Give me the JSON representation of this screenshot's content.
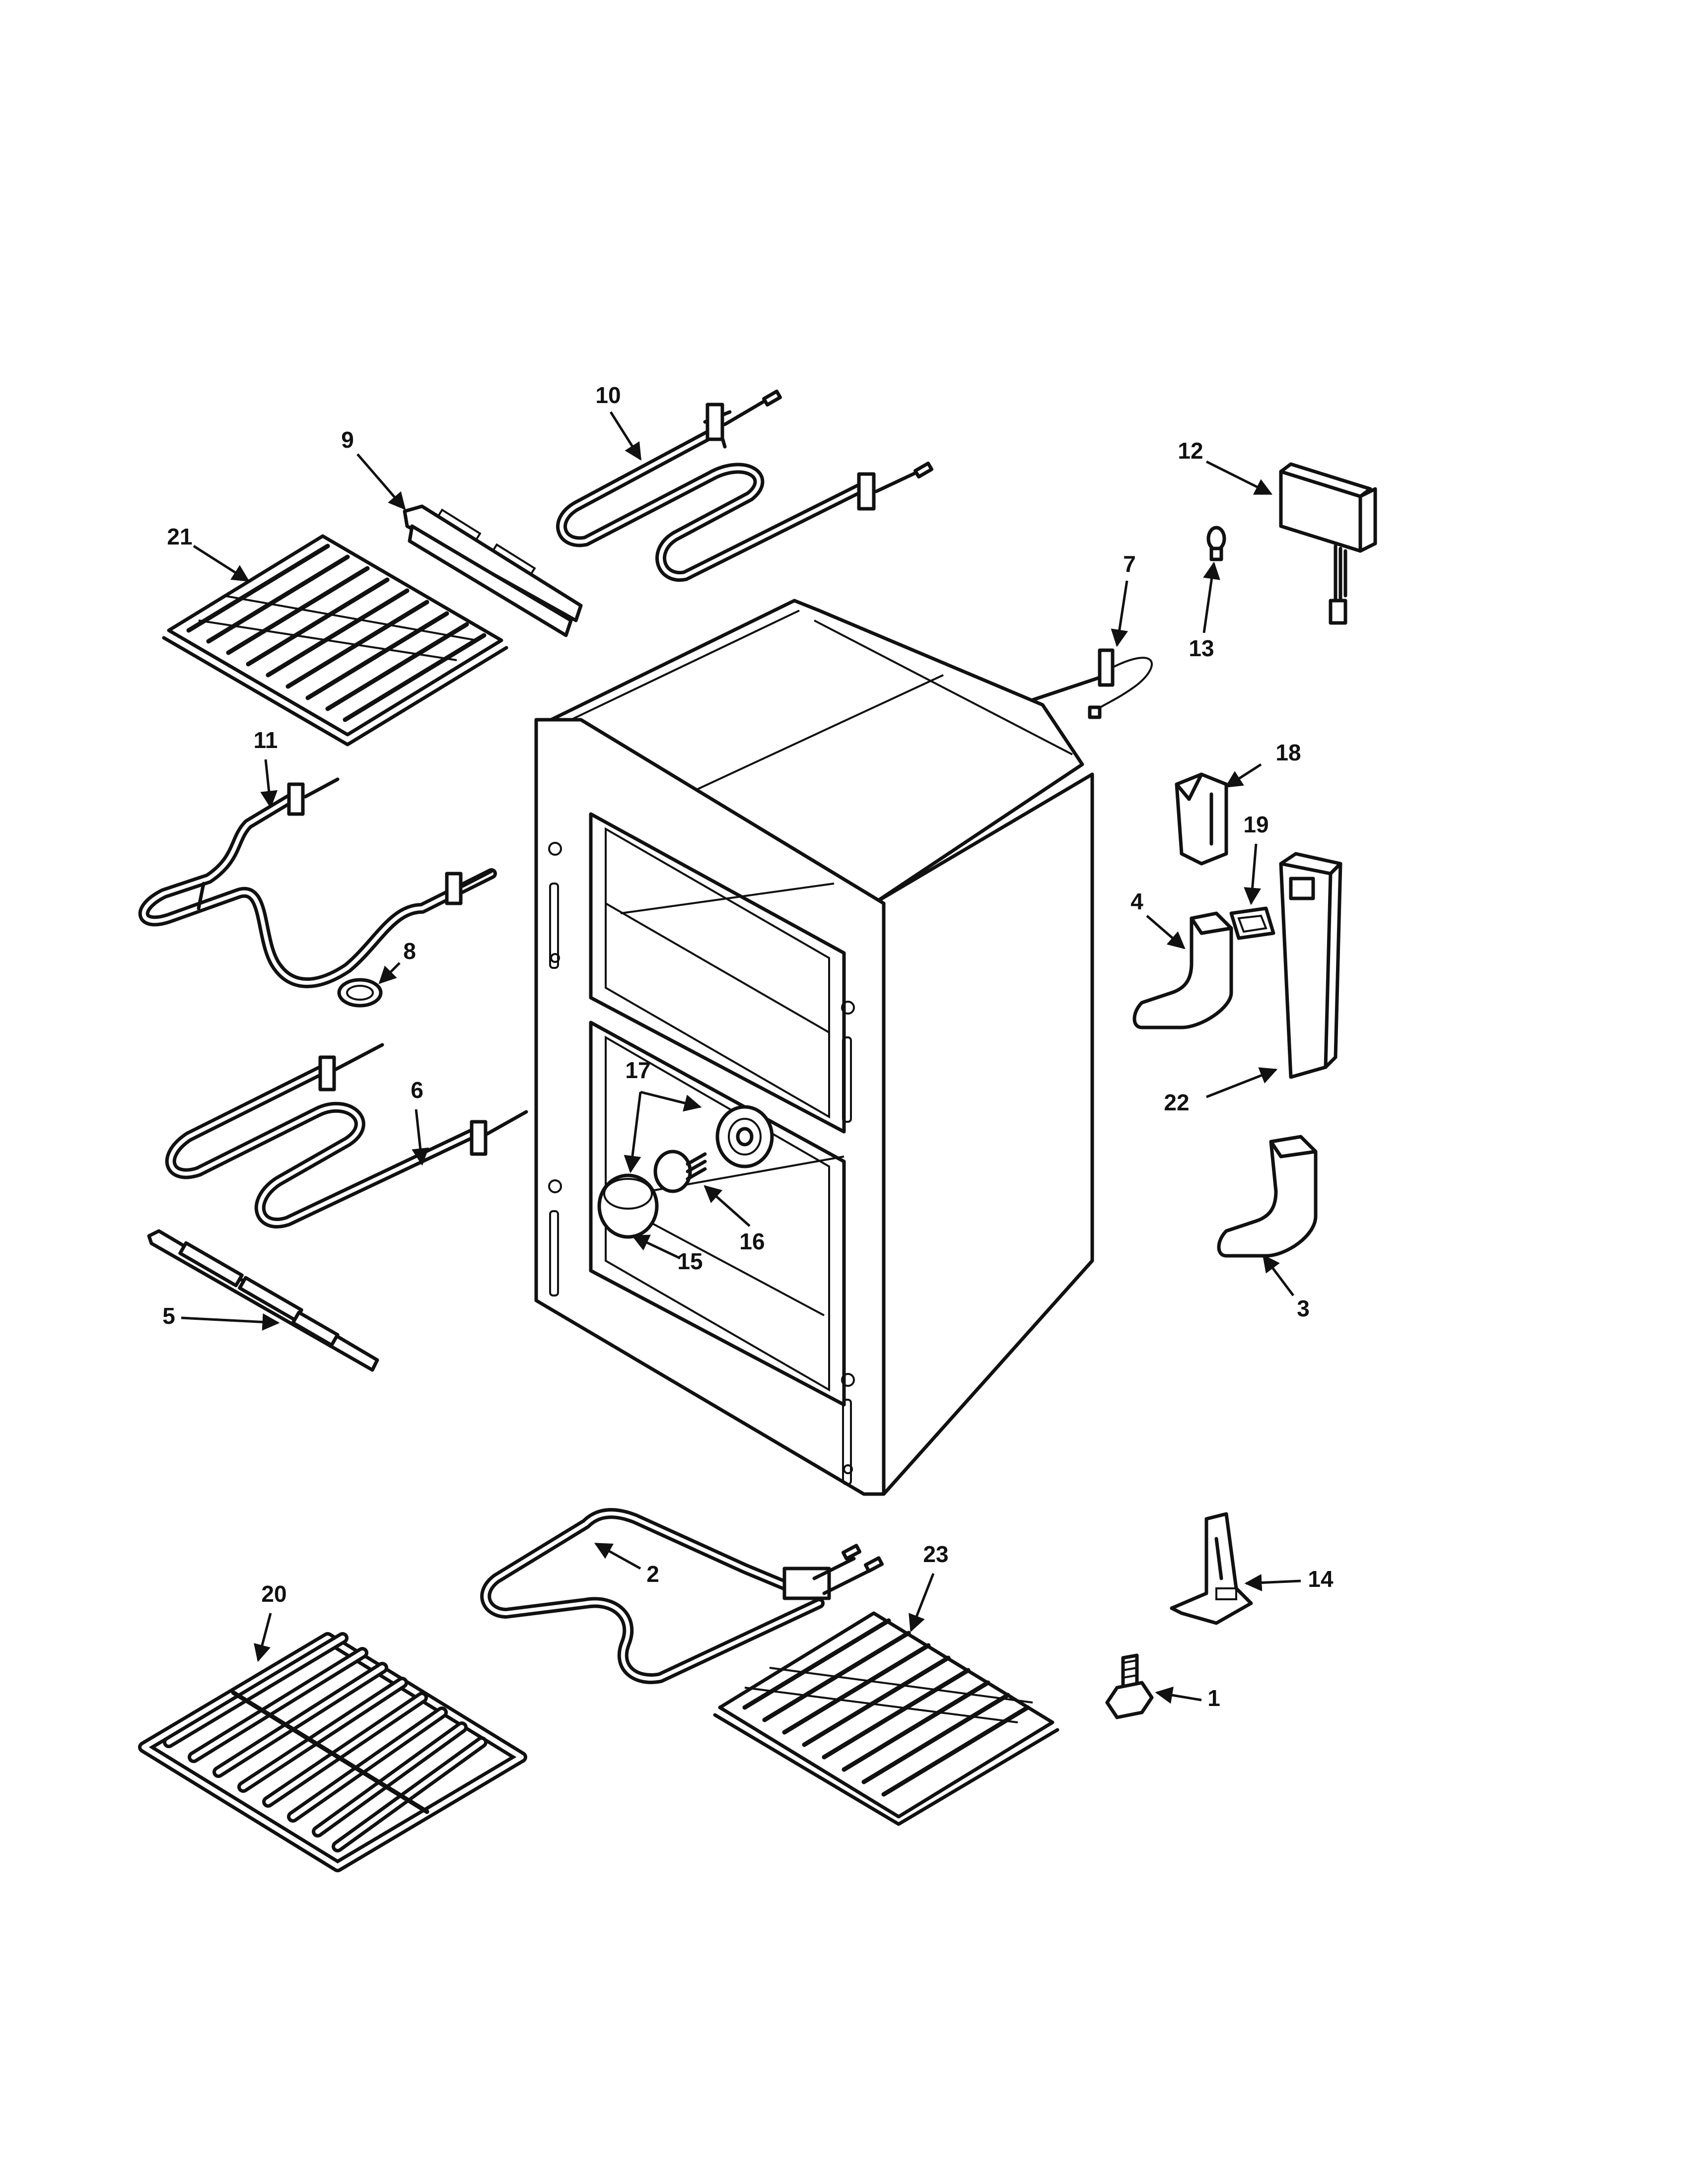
{
  "callouts": [
    {
      "id": "c1",
      "text": "1"
    },
    {
      "id": "c2",
      "text": "2"
    },
    {
      "id": "c3",
      "text": "3"
    },
    {
      "id": "c4",
      "text": "4"
    },
    {
      "id": "c5",
      "text": "5"
    },
    {
      "id": "c6",
      "text": "6"
    },
    {
      "id": "c7",
      "text": "7"
    },
    {
      "id": "c8",
      "text": "8"
    },
    {
      "id": "c9",
      "text": "9"
    },
    {
      "id": "c10",
      "text": "10"
    },
    {
      "id": "c11",
      "text": "11"
    },
    {
      "id": "c12",
      "text": "12"
    },
    {
      "id": "c13",
      "text": "13"
    },
    {
      "id": "c14",
      "text": "14"
    },
    {
      "id": "c15",
      "text": "15"
    },
    {
      "id": "c16",
      "text": "16"
    },
    {
      "id": "c17",
      "text": "17"
    },
    {
      "id": "c18",
      "text": "18"
    },
    {
      "id": "c19",
      "text": "19"
    },
    {
      "id": "c20",
      "text": "20"
    },
    {
      "id": "c21",
      "text": "21"
    },
    {
      "id": "c22",
      "text": "22"
    },
    {
      "id": "c23",
      "text": "23"
    }
  ],
  "colors": {
    "line": "#111111",
    "background": "#ffffff"
  }
}
